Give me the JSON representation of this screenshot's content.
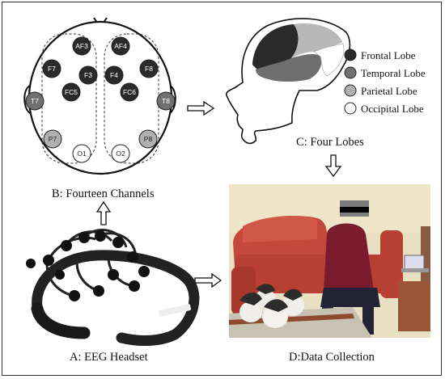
{
  "panels": {
    "a": "A: EEG Headset",
    "b": "B: Fourteen Channels",
    "c": "C: Four Lobes",
    "d": "D:Data Collection"
  },
  "channels": [
    {
      "label": "AF3",
      "lobe": "frontal"
    },
    {
      "label": "AF4",
      "lobe": "frontal"
    },
    {
      "label": "F7",
      "lobe": "frontal"
    },
    {
      "label": "F8",
      "lobe": "frontal"
    },
    {
      "label": "F3",
      "lobe": "frontal"
    },
    {
      "label": "F4",
      "lobe": "frontal"
    },
    {
      "label": "FC5",
      "lobe": "frontal"
    },
    {
      "label": "FC6",
      "lobe": "frontal"
    },
    {
      "label": "T7",
      "lobe": "temporal"
    },
    {
      "label": "T8",
      "lobe": "temporal"
    },
    {
      "label": "P7",
      "lobe": "parietal"
    },
    {
      "label": "P8",
      "lobe": "parietal"
    },
    {
      "label": "O1",
      "lobe": "occipital"
    },
    {
      "label": "O2",
      "lobe": "occipital"
    }
  ],
  "legend": [
    {
      "label": "Frontal Lobe",
      "color": "#2a2a2a"
    },
    {
      "label": "Temporal Lobe",
      "color": "#707070"
    },
    {
      "label": "Parietal Lobe",
      "color": "#b0b0b0"
    },
    {
      "label": "Occipital Lobe",
      "color": "#ffffff"
    }
  ]
}
